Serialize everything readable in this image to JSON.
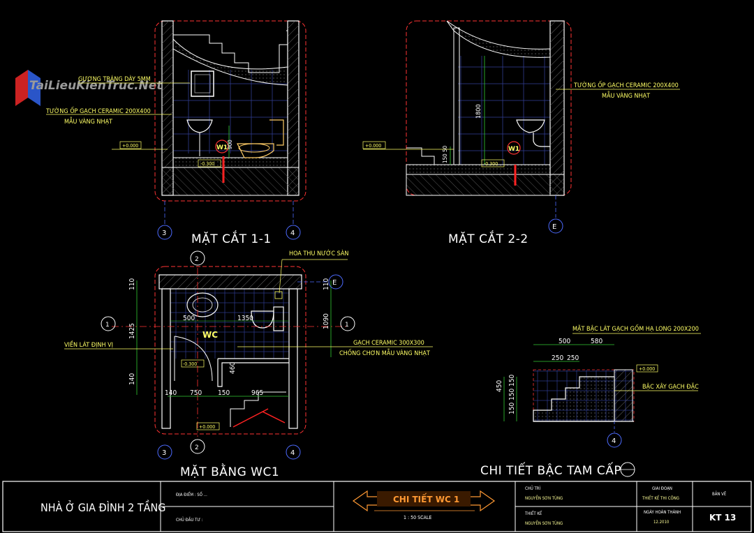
{
  "watermark": "TaiLieuKienTruc.Net",
  "sections": {
    "s11_title": "MẶT CẮT 1-1",
    "s22_title": "MẶT CẮT 2-2",
    "plan_title": "MẶT BẰNG WC1",
    "steps_title": "CHI TIẾT BẬC TAM CẤP"
  },
  "notes": {
    "mirror": "GƯƠNG TRÁNG DÀY 5MM",
    "wall_tile_1": "TƯỜNG ỐP GẠCH CERAMIC 200X400",
    "wall_tile_1b": "MẪU VÀNG NHẠT",
    "wall_tile_2": "TƯỜNG ỐP GẠCH CERAMIC 200X400",
    "wall_tile_2b": "MẪU VÀNG NHẠT",
    "floor_drain": "HOA THU NƯỚC SÀN",
    "edge_stone": "VIỀN LÁT ĐỊNH VỊ",
    "floor_tile": "GẠCH CERAMIC 300X300",
    "floor_tile_b": "CHỐNG CHƠN MẪU VÀNG NHẠT",
    "step_face": "MẶT BẬC LÁT GẠCH GỐM HẠ LONG 200X200",
    "step_body": "BẬC XÂY GẠCH ĐẶC"
  },
  "levels": {
    "l1": "+0.000",
    "l2": "-0.300",
    "l3": "+0.000",
    "l4": "-0.300",
    "l5": "-0.300",
    "l6": "+0.000",
    "l7": "+0.000"
  },
  "tags": {
    "w1a": "W1",
    "w1b": "W1",
    "wc": "WC",
    "g3a": "3",
    "g4a": "4",
    "gEa": "E",
    "g3b": "3",
    "g4b": "4",
    "gEb": "E",
    "g4c": "4",
    "sec1a": "1",
    "sec1b": "1",
    "sec2a": "2",
    "sec2b": "2"
  },
  "dims": {
    "d1800": "1800",
    "d900": "900",
    "d150": "150",
    "d50": "50",
    "d110a": "110",
    "d1425": "1425",
    "d140a": "140",
    "d110b": "110",
    "d1090": "1090",
    "d500a": "500",
    "d1350": "1350",
    "d460": "460",
    "d140b": "140",
    "d750": "750",
    "d150b": "150",
    "d965": "965",
    "d500b": "500",
    "d580": "580",
    "d250a": "250",
    "d250b": "250",
    "d450": "450",
    "d150c": "150",
    "d150d": "150",
    "d150e": "150"
  },
  "title_block": {
    "project": "NHÀ Ở GIA ĐÌNH 2 TẦNG",
    "address_label": "ĐỊA ĐIỂM : SỐ ...",
    "owner_label": "CHỦ ĐẦU TƯ :",
    "sheet_title": "CHI TIẾT WC 1",
    "scale": "1 : 50 SCALE",
    "chair_label": "CHỦ TRÌ",
    "chair_name": "NGUYỄN SƠN TÙNG",
    "designer_label": "THIẾT KẾ",
    "designer_name": "NGUYỄN SƠN TÙNG",
    "phase_label": "GIAI ĐOẠN",
    "phase_value": "THIẾT KẾ THI CÔNG",
    "date_label": "NGÀY HOÀN THÀNH",
    "date_value": "12.2010",
    "sheet_label": "BẢN VẼ",
    "sheet_no": "KT 13"
  },
  "colors": {
    "background": "#000000",
    "wall": "#ffffff",
    "dimension": "#33cc33",
    "annotation": "#ffff66",
    "cut_line": "#ff3333",
    "tile_grid": "#3a3a8a",
    "grid_bubble": "#4d6bff",
    "title_orange": "#ff9933"
  }
}
